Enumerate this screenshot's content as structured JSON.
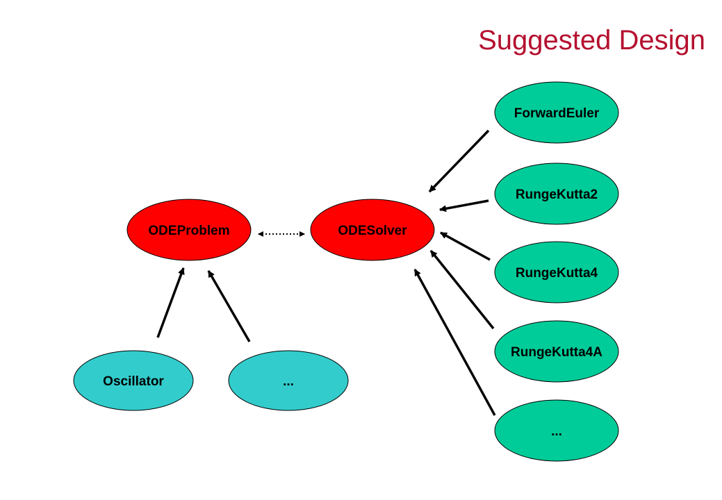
{
  "slide": {
    "title": "Suggested Design"
  },
  "colors": {
    "title": "#b5102f",
    "core_node": "#ff0000",
    "solver_node": "#00cc99",
    "problem_node": "#33cccc",
    "arrow": "#000000"
  },
  "nodes": {
    "ode_problem": "ODEProblem",
    "ode_solver": "ODESolver",
    "oscillator": "Oscillator",
    "problem_more": "...",
    "forward_euler": "ForwardEuler",
    "runge_kutta2": "RungeKutta2",
    "runge_kutta4": "RungeKutta4",
    "runge_kutta4a": "RungeKutta4A",
    "solver_more": "..."
  }
}
